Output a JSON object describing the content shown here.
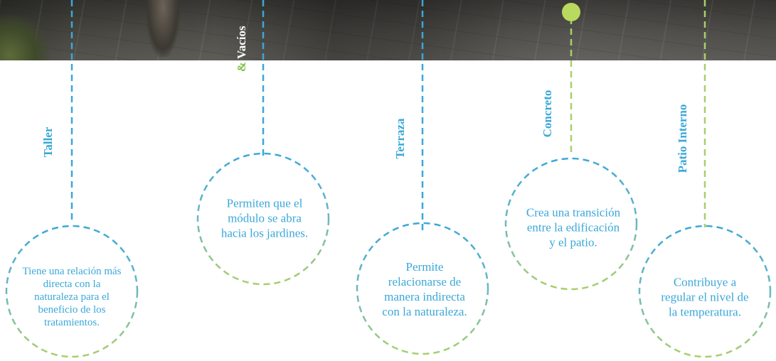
{
  "items": [
    {
      "title": "Taller",
      "text": "Tiene una relación más directa con la naturaleza para el beneficio de los tratamientos."
    },
    {
      "title_parts": [
        "Llenos ",
        "&",
        " Vacíos"
      ],
      "text": "Permiten que el módulo se abra hacia los jardines."
    },
    {
      "title": "Terraza",
      "text": "Permite relacionarse de manera indirecta con la naturaleza."
    },
    {
      "title": "Concreto",
      "text": "Crea una transición entre la edificación y el patio."
    },
    {
      "title": "Patio Interno",
      "text": "Contribuye a regular el nivel de la temperatura."
    }
  ],
  "colors": {
    "blue": "#3aa8d8",
    "green": "#a8cf6b",
    "dot": "#b8da5e",
    "white": "#ffffff"
  }
}
